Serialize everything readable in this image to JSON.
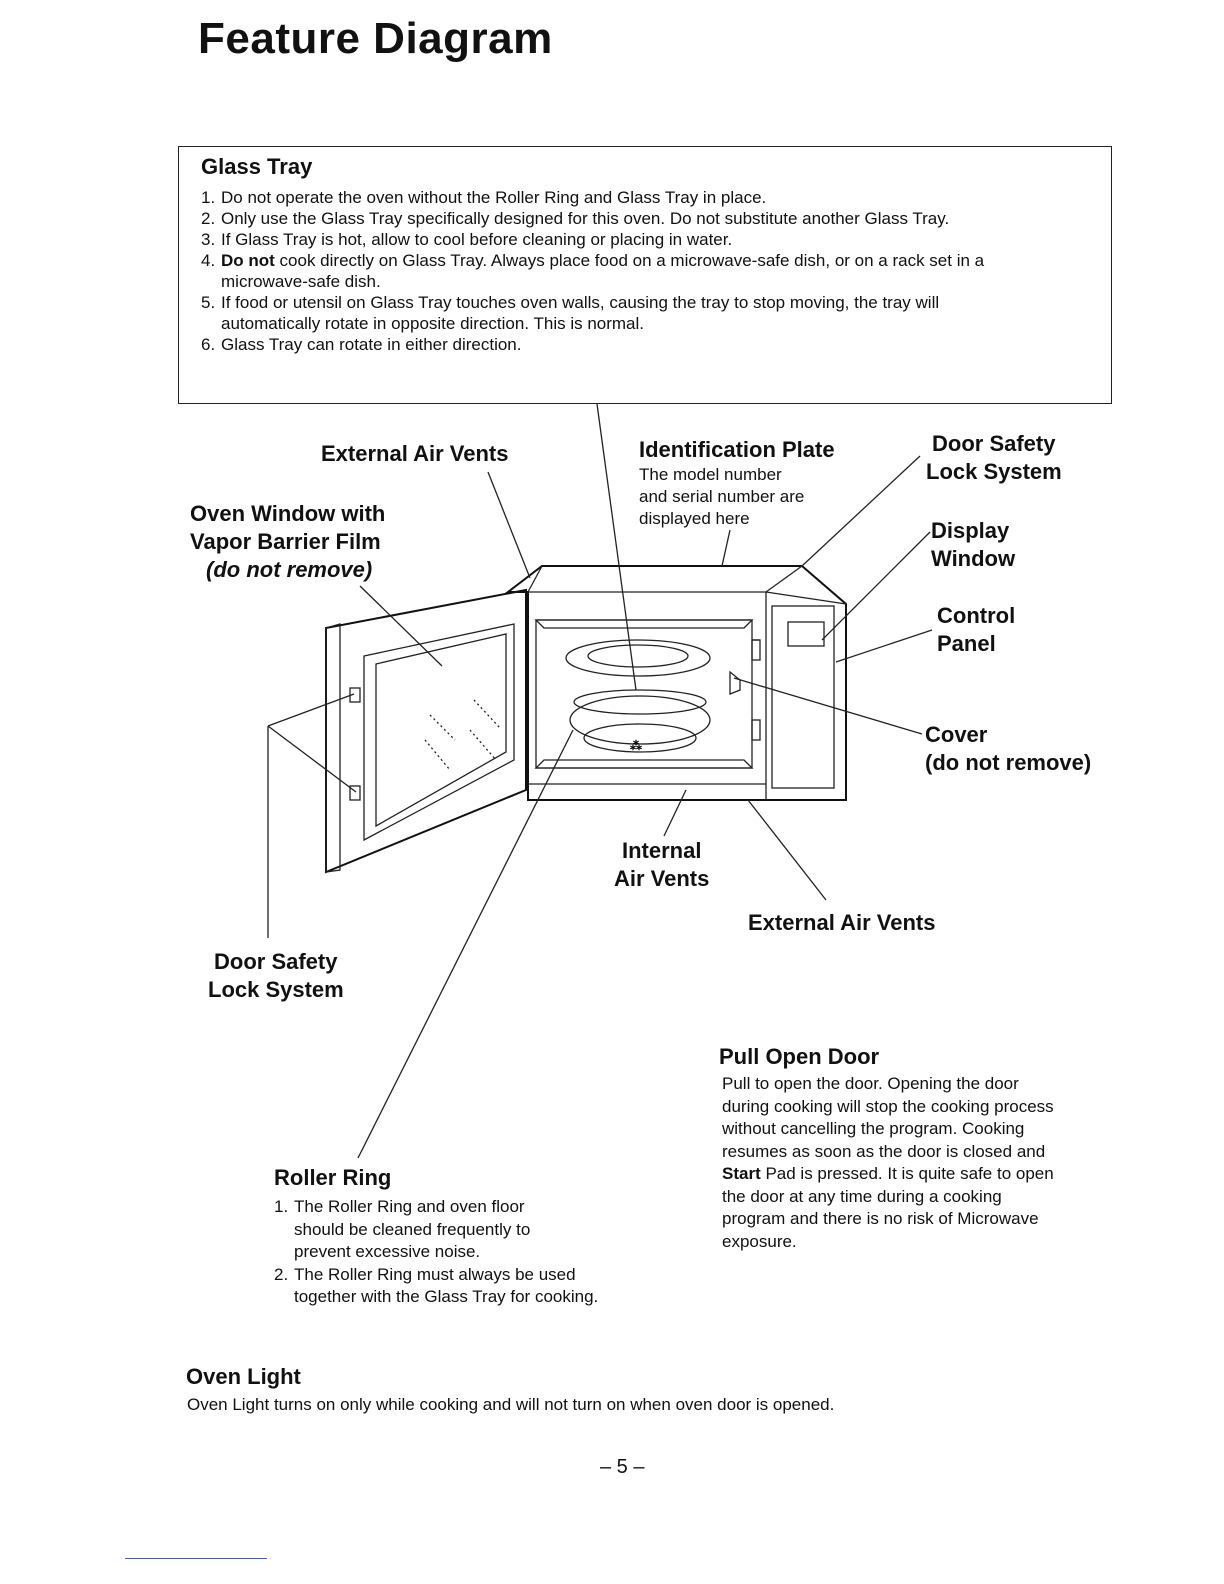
{
  "page_title": "Feature Diagram",
  "glass_tray": {
    "heading": "Glass Tray",
    "items": [
      {
        "num": "1.",
        "text": "Do not operate the oven without the Roller Ring and Glass Tray in place."
      },
      {
        "num": "2.",
        "text": "Only use the Glass Tray specifically designed for this oven. Do not substitute another Glass Tray."
      },
      {
        "num": "3.",
        "text": "If Glass Tray is hot, allow to cool before cleaning or placing in water."
      },
      {
        "num": "4.",
        "bold": "Do not",
        "text": " cook directly on Glass Tray. Always place food on a microwave-safe dish, or on a rack set in a",
        "cont": "microwave-safe dish."
      },
      {
        "num": "5.",
        "text": "If food or utensil on Glass Tray touches oven walls, causing the tray to stop moving, the tray will",
        "cont": "automatically rotate in opposite direction. This is normal."
      },
      {
        "num": "6.",
        "text": "Glass Tray can rotate in either direction."
      }
    ]
  },
  "labels": {
    "external_air_vents_top": "External Air Vents",
    "oven_window_line1": "Oven Window with",
    "oven_window_line2": "Vapor Barrier Film",
    "oven_window_line3": "(do not remove)",
    "id_plate_title": "Identification Plate",
    "id_plate_line1": "The model number",
    "id_plate_line2": "and serial number are",
    "id_plate_line3": "displayed here",
    "door_safety_right_line1": "Door Safety",
    "door_safety_right_line2": "Lock System",
    "display_window_line1": "Display",
    "display_window_line2": "Window",
    "control_panel_line1": "Control",
    "control_panel_line2": "Panel",
    "cover_line1": "Cover",
    "cover_line2": "(do not remove)",
    "internal_air_vents_line1": "Internal",
    "internal_air_vents_line2": "Air Vents",
    "external_air_vents_bottom": "External Air Vents",
    "door_safety_left_line1": "Door Safety",
    "door_safety_left_line2": "Lock System"
  },
  "pull_open_door": {
    "heading": "Pull Open Door",
    "lines": [
      "Pull to open the door. Opening the door",
      "during cooking will stop the cooking process",
      "without cancelling the program. Cooking",
      "resumes as soon as the door is closed and"
    ],
    "start_bold": "Start",
    "start_rest": " Pad is pressed. It is quite safe to open",
    "lines2": [
      "the door at any time during a cooking",
      "program and there is no risk of Microwave",
      "exposure."
    ]
  },
  "roller_ring": {
    "heading": "Roller Ring",
    "item1_num": "1.",
    "item1_lines": [
      "The Roller Ring and oven floor",
      "should be cleaned frequently to",
      "prevent excessive noise."
    ],
    "item2_num": "2.",
    "item2_lines": [
      "The Roller Ring must always be used",
      "together with the Glass Tray for cooking."
    ]
  },
  "oven_light": {
    "heading": "Oven Light",
    "text": "Oven Light turns on only while cooking and will not turn on when oven door is opened."
  },
  "page_number": "– 5 –"
}
